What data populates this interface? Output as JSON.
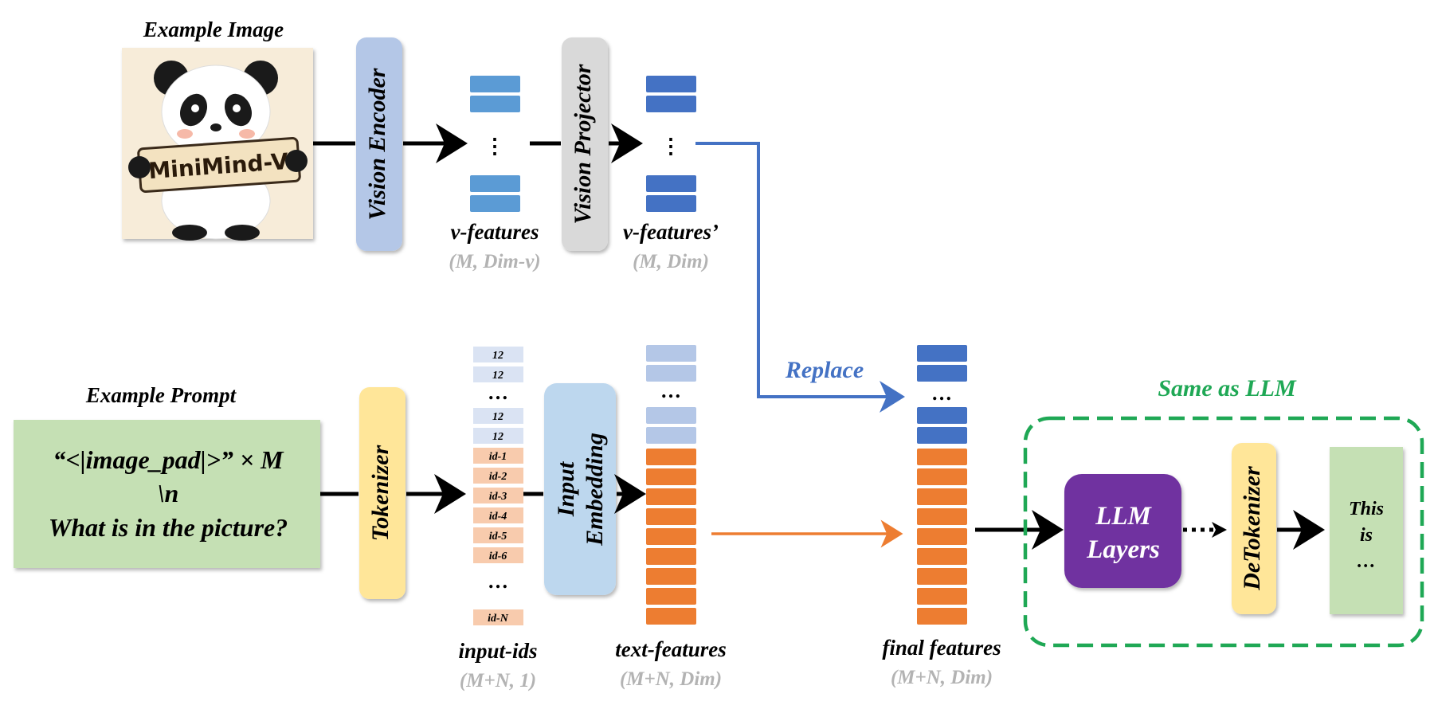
{
  "image_section": {
    "title": "Example Image",
    "sign_text": "MiniMind-V"
  },
  "vision_encoder": {
    "label": "Vision Encoder"
  },
  "v_features": {
    "label": "v-features",
    "shape": "(M, Dim-v)"
  },
  "vision_projector": {
    "label": "Vision Projector"
  },
  "v_features_proj": {
    "label": "v-features’",
    "shape": "(M, Dim)"
  },
  "replace_label": "Replace",
  "prompt_section": {
    "title": "Example Prompt",
    "line1": "“<|image_pad|>” × M",
    "line2": "\\n",
    "line3": "What is in the picture?"
  },
  "tokenizer": {
    "label": "Tokenizer"
  },
  "input_ids": {
    "image_tokens_top": [
      "12",
      "12"
    ],
    "ellipsis_1": "…",
    "image_tokens_bottom": [
      "12",
      "12"
    ],
    "text_tokens": [
      "id-1",
      "id-2",
      "id-3",
      "id-4",
      "id-5",
      "id-6"
    ],
    "ellipsis_2": "…",
    "last_token": "id-N",
    "label": "input-ids",
    "shape": "(M+N, 1)"
  },
  "input_embedding": {
    "line1": "Input",
    "line2": "Embedding"
  },
  "text_features": {
    "ellipsis": "…",
    "label": "text-features",
    "shape": "(M+N, Dim)"
  },
  "final_features": {
    "ellipsis": "…",
    "label": "final features",
    "shape": "(M+N, Dim)"
  },
  "llm_group": {
    "title": "Same as LLM"
  },
  "llm_layers": {
    "line1": "LLM",
    "line2": "Layers"
  },
  "detokenizer": {
    "label": "DeTokenizer"
  },
  "output": {
    "line1": "This",
    "line2": "is",
    "line3": "…"
  },
  "vertical_ellipsis": "⋮",
  "colors": {
    "light_blue_block": "#5b9bd5",
    "dark_blue_block": "#4472c4",
    "pale_blue_block": "#b4c7e7",
    "orange_block": "#ed7d31",
    "peach_token": "#f8cbad",
    "pale_token": "#dae3f3",
    "encoder": "#b4c7e7",
    "projector": "#d9d9d9",
    "tokenizer": "#ffe699",
    "embedding": "#bdd7ee",
    "prompt_box": "#c5e0b4",
    "llm_layers": "#7030a0",
    "group_border": "#1fa855",
    "replace_text": "#4472c4",
    "orange_arrow": "#ed7d31"
  }
}
